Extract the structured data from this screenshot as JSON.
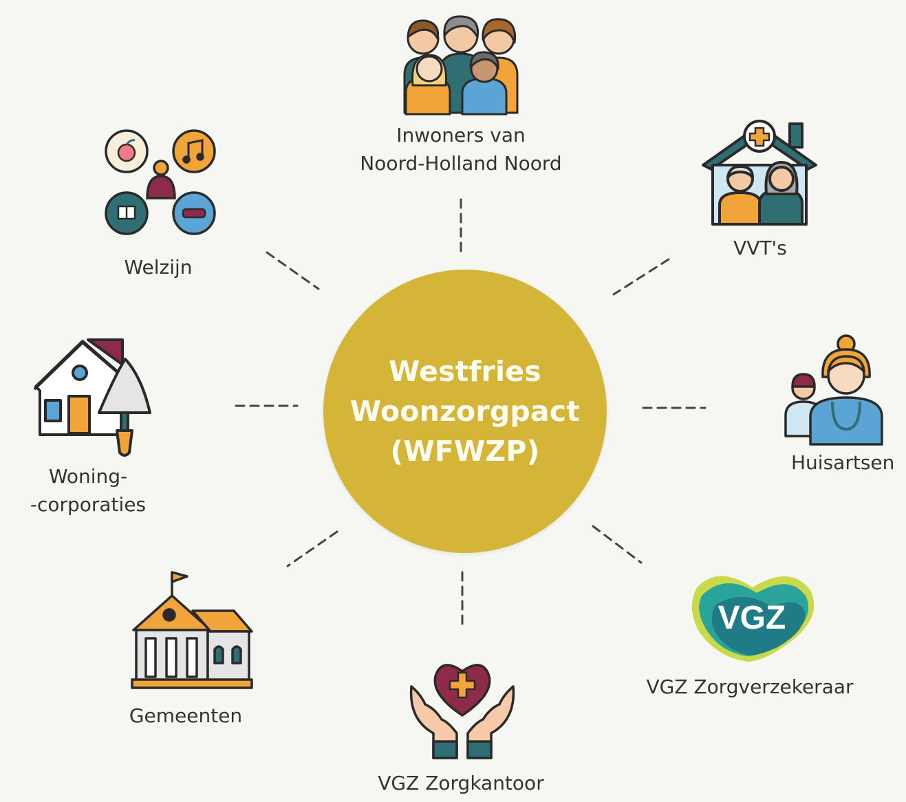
{
  "center": {
    "title": "Westfries\nWoonzorgpact\n(WFWZP)"
  },
  "stakeholders": [
    {
      "id": "inwoners",
      "label": "Inwoners van\nNoord-Holland Noord",
      "icon": "people-group-icon"
    },
    {
      "id": "vvts",
      "label": "VVT's",
      "icon": "care-home-icon"
    },
    {
      "id": "huisartsen",
      "label": "Huisartsen",
      "icon": "doctor-icon"
    },
    {
      "id": "vgz-verzekeraar",
      "label": "VGZ Zorgverzekeraar",
      "icon": "vgz-logo",
      "logo_text": "VGZ"
    },
    {
      "id": "vgz-zorgkantoor",
      "label": "VGZ Zorgkantoor",
      "icon": "heart-hands-icon"
    },
    {
      "id": "gemeenten",
      "label": "Gemeenten",
      "icon": "town-hall-icon"
    },
    {
      "id": "woningcorporaties",
      "label": "Woning-\n-corporaties",
      "icon": "house-trowel-icon"
    },
    {
      "id": "welzijn",
      "label": "Welzijn",
      "icon": "wellbeing-activities-icon"
    }
  ],
  "colors": {
    "center": "#d4b538",
    "background": "#f6f6f3",
    "orange": "#f0a43a",
    "teal": "#2f6f73",
    "burgundy": "#8e2b4a",
    "blue": "#5aa5d6"
  }
}
